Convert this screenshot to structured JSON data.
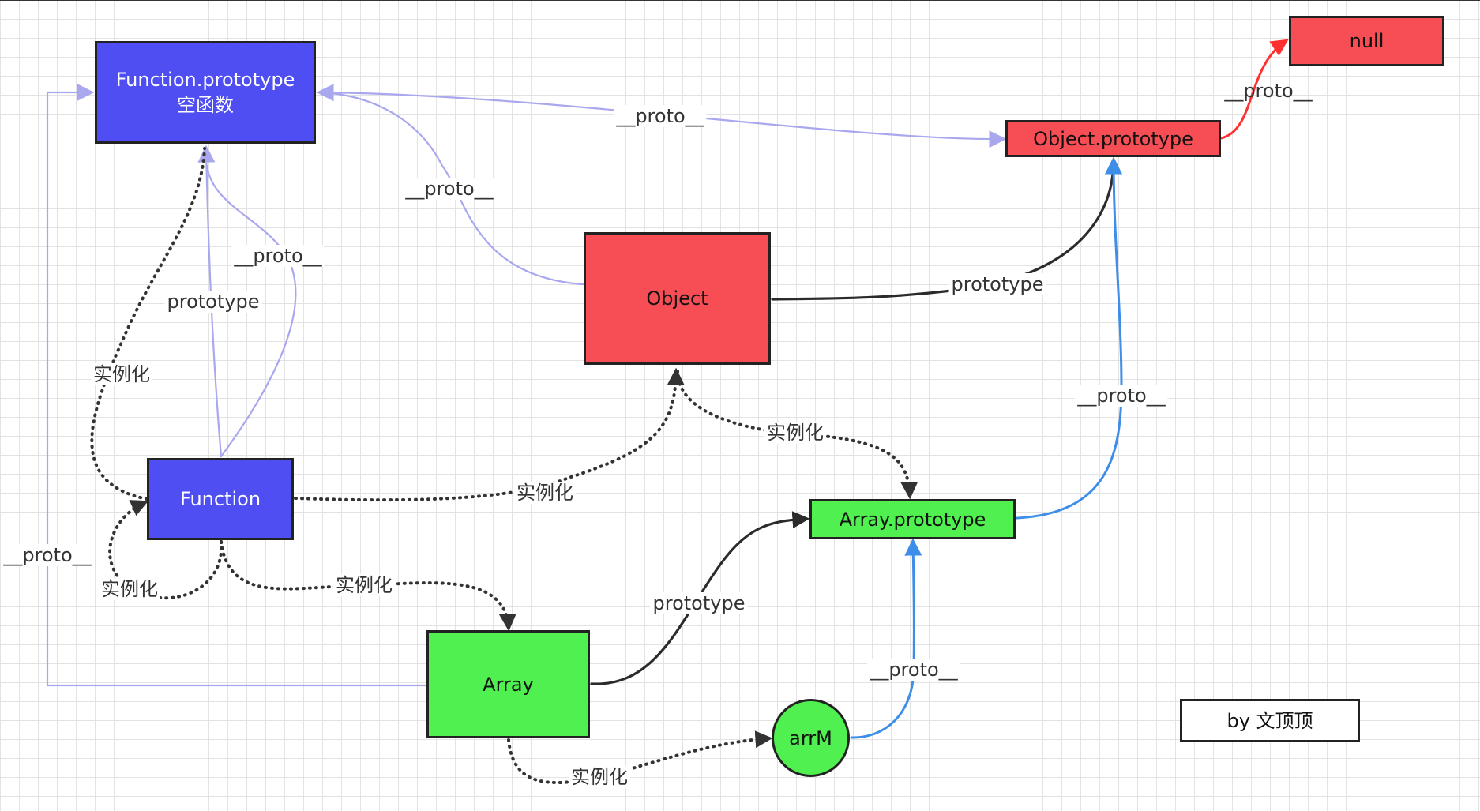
{
  "colors": {
    "blue": "#4e4ef2",
    "red": "#f74d55",
    "green": "#50f050",
    "white": "#ffffff",
    "edge_proto_violet": "#a9a7ee",
    "edge_proto_blue": "#3d8ee8",
    "edge_proto_red": "#ff3030",
    "edge_prototype": "#2b2b2b",
    "edge_instance": "#333333"
  },
  "nodes": [
    {
      "id": "function-prototype",
      "lines": [
        "Function.prototype",
        "空函数"
      ],
      "color": "blue",
      "text_color": "#ffffff",
      "shape": "rect"
    },
    {
      "id": "function",
      "lines": [
        "Function"
      ],
      "color": "blue",
      "text_color": "#ffffff",
      "shape": "rect"
    },
    {
      "id": "object",
      "lines": [
        "Object"
      ],
      "color": "red",
      "text_color": "#111111",
      "shape": "rect"
    },
    {
      "id": "object-prototype",
      "lines": [
        "Object.prototype"
      ],
      "color": "red",
      "text_color": "#111111",
      "shape": "rect"
    },
    {
      "id": "null",
      "lines": [
        "null"
      ],
      "color": "red",
      "text_color": "#111111",
      "shape": "rect"
    },
    {
      "id": "array-prototype",
      "lines": [
        "Array.prototype"
      ],
      "color": "green",
      "text_color": "#111111",
      "shape": "rect"
    },
    {
      "id": "array",
      "lines": [
        "Array"
      ],
      "color": "green",
      "text_color": "#111111",
      "shape": "rect"
    },
    {
      "id": "arrm",
      "lines": [
        "arrM"
      ],
      "color": "green",
      "text_color": "#111111",
      "shape": "circle"
    },
    {
      "id": "credit",
      "lines": [
        "by 文顶顶"
      ],
      "color": "white",
      "text_color": "#111111",
      "shape": "rect"
    }
  ],
  "edges": [
    {
      "id": "object-to-object-prototype-proto",
      "from": "object",
      "to": "object-prototype",
      "kind": "proto",
      "label": "__proto__"
    },
    {
      "id": "object-prototype-to-null-proto",
      "from": "object-prototype",
      "to": "null",
      "kind": "proto",
      "label": "__proto__"
    },
    {
      "id": "object-to-function-prototype-proto",
      "from": "object",
      "to": "function-prototype",
      "kind": "proto",
      "label": "__proto__"
    },
    {
      "id": "function-to-function-prototype-proto",
      "from": "function",
      "to": "function-prototype",
      "kind": "proto",
      "label": "__proto__"
    },
    {
      "id": "function-to-function-prototype-prototype",
      "from": "function",
      "to": "function-prototype",
      "kind": "prototype",
      "label": "prototype"
    },
    {
      "id": "function-prototype-to-function-instance",
      "from": "function-prototype",
      "to": "function",
      "kind": "instance",
      "label": "实例化"
    },
    {
      "id": "function-self-instance",
      "from": "function",
      "to": "function",
      "kind": "instance",
      "label": "实例化"
    },
    {
      "id": "function-to-object-instance",
      "from": "function",
      "to": "object",
      "kind": "instance",
      "label": "实例化"
    },
    {
      "id": "function-to-array-instance",
      "from": "function",
      "to": "array",
      "kind": "instance",
      "label": "实例化"
    },
    {
      "id": "array-to-function-prototype-proto",
      "from": "array",
      "to": "function-prototype",
      "kind": "proto",
      "label": "__proto__"
    },
    {
      "id": "object-to-object-prototype-prototype",
      "from": "object",
      "to": "object-prototype",
      "kind": "prototype",
      "label": "prototype"
    },
    {
      "id": "object-to-array-prototype-instance",
      "from": "object",
      "to": "array-prototype",
      "kind": "instance",
      "label": "实例化"
    },
    {
      "id": "array-prototype-to-object-prototype-proto",
      "from": "array-prototype",
      "to": "object-prototype",
      "kind": "proto",
      "label": "__proto__"
    },
    {
      "id": "array-to-array-prototype-prototype",
      "from": "array",
      "to": "array-prototype",
      "kind": "prototype",
      "label": "prototype"
    },
    {
      "id": "array-to-arrm-instance",
      "from": "array",
      "to": "arrm",
      "kind": "instance",
      "label": "实例化"
    },
    {
      "id": "arrm-to-array-prototype-proto",
      "from": "arrm",
      "to": "array-prototype",
      "kind": "proto",
      "label": "__proto__"
    }
  ]
}
